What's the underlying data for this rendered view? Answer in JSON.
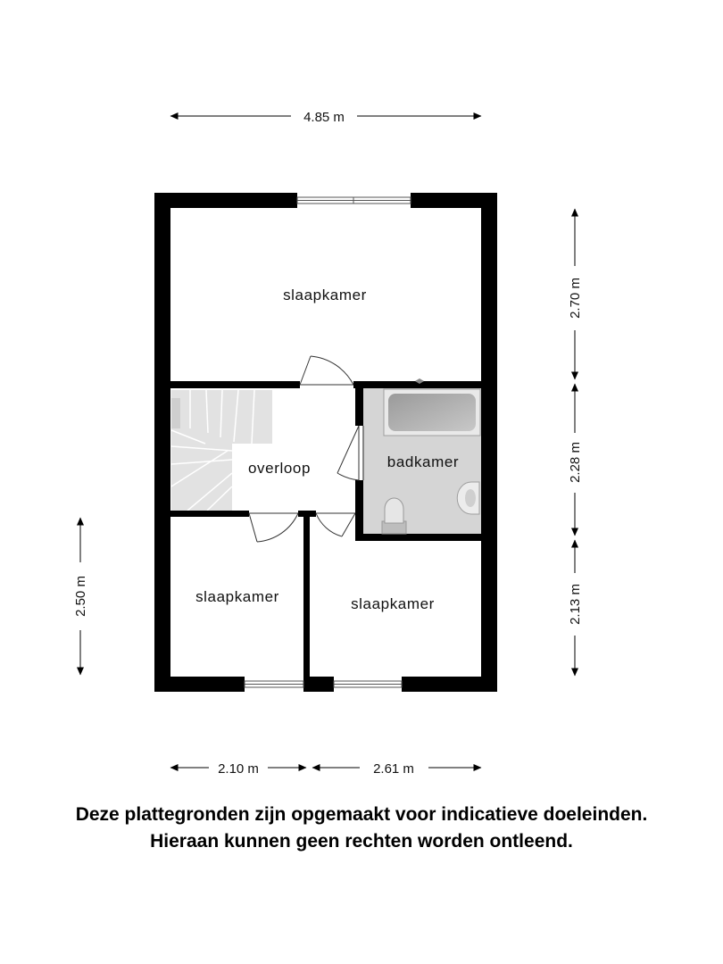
{
  "floorplan": {
    "rooms": {
      "bedroom_top": "slaapkamer",
      "landing": "overloop",
      "bathroom": "badkamer",
      "bedroom_bottom_left": "slaapkamer",
      "bedroom_bottom_right": "slaapkamer"
    },
    "dimensions": {
      "top_width": "4.85 m",
      "right_top": "2.70 m",
      "right_middle": "2.28 m",
      "right_bottom": "2.13 m",
      "left": "2.50 m",
      "bottom_left": "2.10 m",
      "bottom_right": "2.61 m"
    },
    "colors": {
      "wall": "#000000",
      "bathroom_floor": "#d5d5d5",
      "stairs": "#dedede",
      "fixtures": "#bdbdbd"
    }
  },
  "disclaimer": {
    "line1": "Deze plattegronden zijn opgemaakt voor indicatieve doeleinden.",
    "line2": "Hieraan kunnen geen rechten worden ontleend."
  }
}
